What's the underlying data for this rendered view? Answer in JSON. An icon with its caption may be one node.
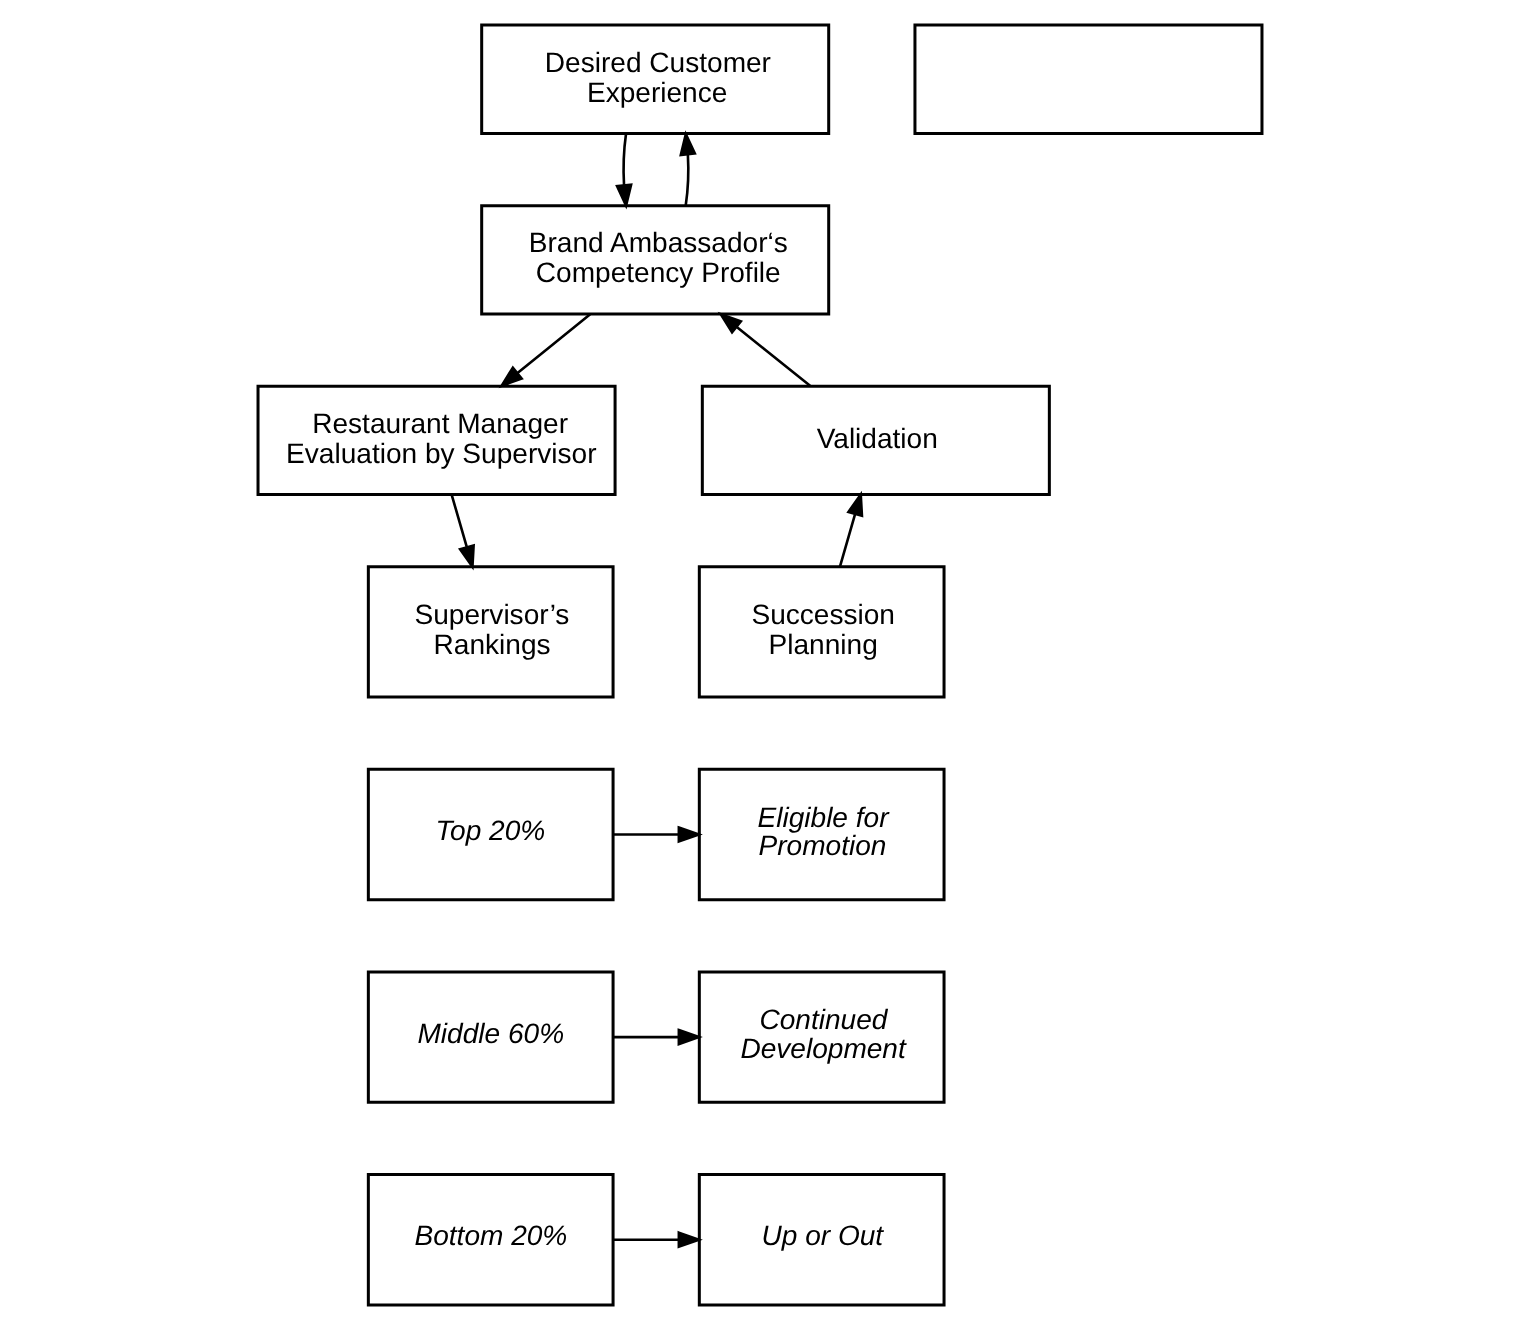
{
  "diagram": {
    "nodes": [
      {
        "text": [
          "Desired Customer Experience"
        ]
      },
      {
        "text": [
          "Brand Ambassador‘s Competency Profile"
        ]
      },
      {
        "text": [
          "Restaurant Manager Evaluation by Supervisor"
        ]
      },
      {
        "text": [
          "Supervisor’s Rankings"
        ]
      },
      {
        "text": [
          "Top 20%"
        ]
      },
      {
        "text": [
          "Middle 60%"
        ]
      },
      {
        "text": [
          "Bottom 20%"
        ]
      },
      {
        "text": [
          "Succession Planning"
        ]
      },
      {
        "text": [
          "Eligible for Promotion"
        ]
      },
      {
        "text": [
          "Continued Development"
        ]
      },
      {
        "text": [
          "Up or Out"
        ]
      },
      {
        "text": [
          "Validation"
        ]
      },
      {
        "text": [],
        "shape": "box"
      }
    ],
    "edges": [
      {
        "from": 0,
        "to": 1,
        "arrow": "to"
      },
      {
        "from": 1,
        "to": 0,
        "arrow": "to"
      },
      {
        "from": 1,
        "to": 2,
        "arrow": "to"
      },
      {
        "from": 2,
        "to": 3,
        "arrow": "to"
      },
      {
        "from": 4,
        "to": 8,
        "arrow": "to"
      },
      {
        "from": 5,
        "to": 9,
        "arrow": "to"
      },
      {
        "from": 6,
        "to": 10,
        "arrow": "to"
      },
      {
        "from": 7,
        "to": 11,
        "arrow": "to"
      },
      {
        "from": 11,
        "to": 1,
        "arrow": "to"
      }
    ]
  }
}
